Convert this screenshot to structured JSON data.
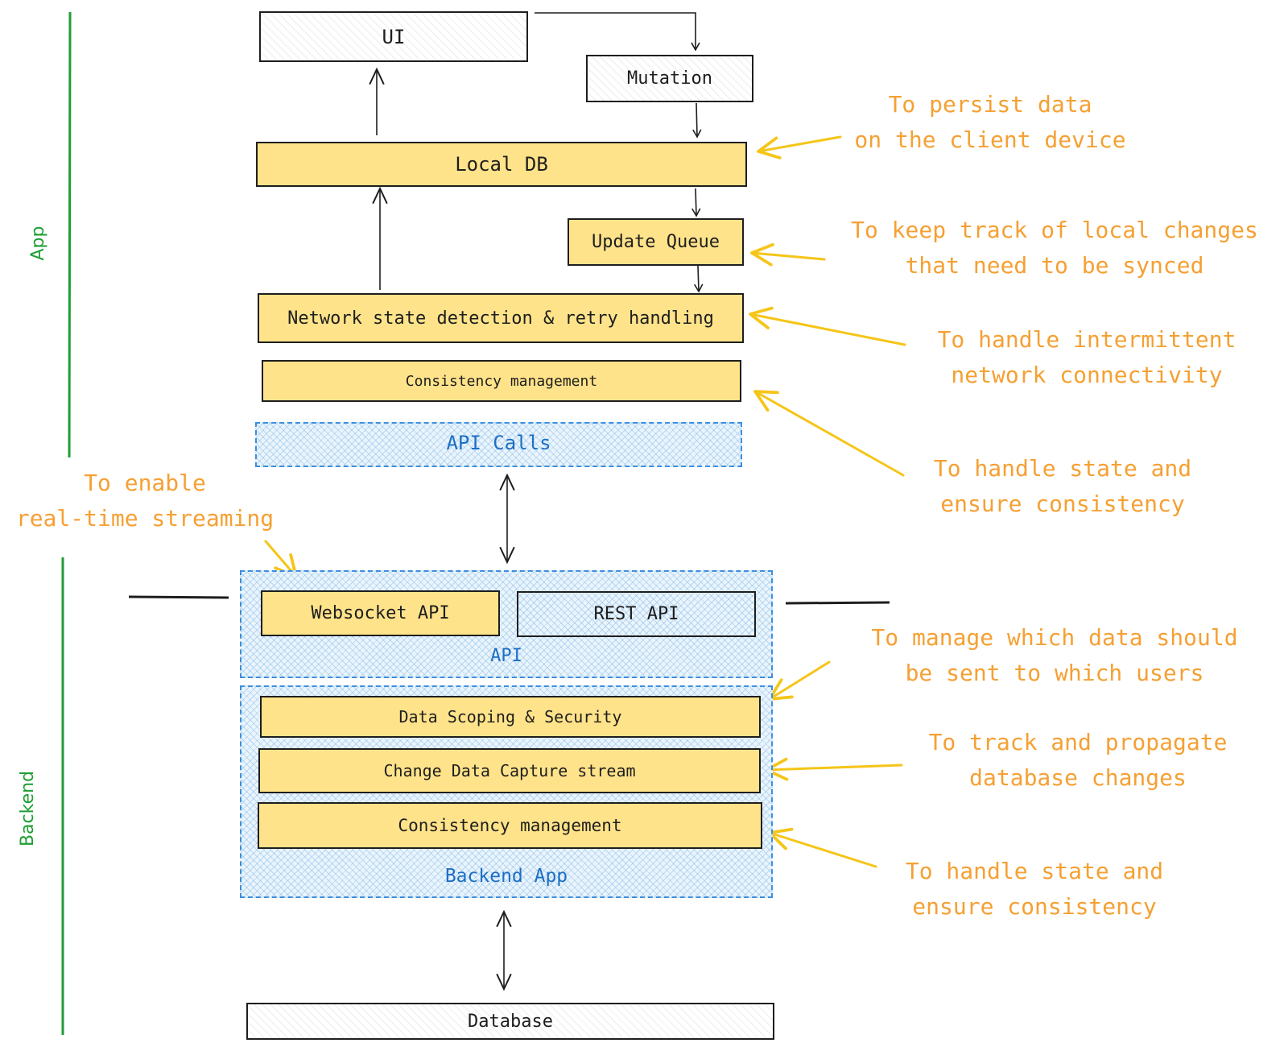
{
  "side_labels": {
    "app": "App",
    "backend": "Backend"
  },
  "boxes": {
    "ui": "UI",
    "mutation": "Mutation",
    "local_db": "Local DB",
    "update_queue": "Update Queue",
    "network_state": "Network state detection & retry handling",
    "consistency_app": "Consistency management",
    "api_calls": "API Calls",
    "websocket_api": "Websocket API",
    "rest_api": "REST API",
    "api_group": "API",
    "data_scoping": "Data Scoping & Security",
    "cdc_stream": "Change Data Capture stream",
    "consistency_backend": "Consistency management",
    "backend_app": "Backend App",
    "database": "Database"
  },
  "annotations": {
    "persist": [
      "To persist data",
      "on the client device"
    ],
    "track_changes": [
      "To keep track of local changes",
      "that need to be synced"
    ],
    "network": [
      "To handle intermittent",
      "network connectivity"
    ],
    "state_app": [
      "To handle state and",
      "ensure consistency"
    ],
    "streaming": [
      "To enable",
      "real-time streaming"
    ],
    "scoping": [
      "To  manage which data should",
      "be sent to which users"
    ],
    "cdc": [
      "To track and propagate",
      "database changes"
    ],
    "state_backend": [
      "To  handle state and",
      "ensure consistency"
    ]
  },
  "colors": {
    "yellow_fill": "#ffe38a",
    "annotation_text": "#f5a033",
    "annotation_arrow": "#f5c518",
    "blue_text": "#1c6fc4",
    "blue_border": "#3c8fe0",
    "side_line": "#1f9e34",
    "stroke": "#1e1e1e"
  }
}
